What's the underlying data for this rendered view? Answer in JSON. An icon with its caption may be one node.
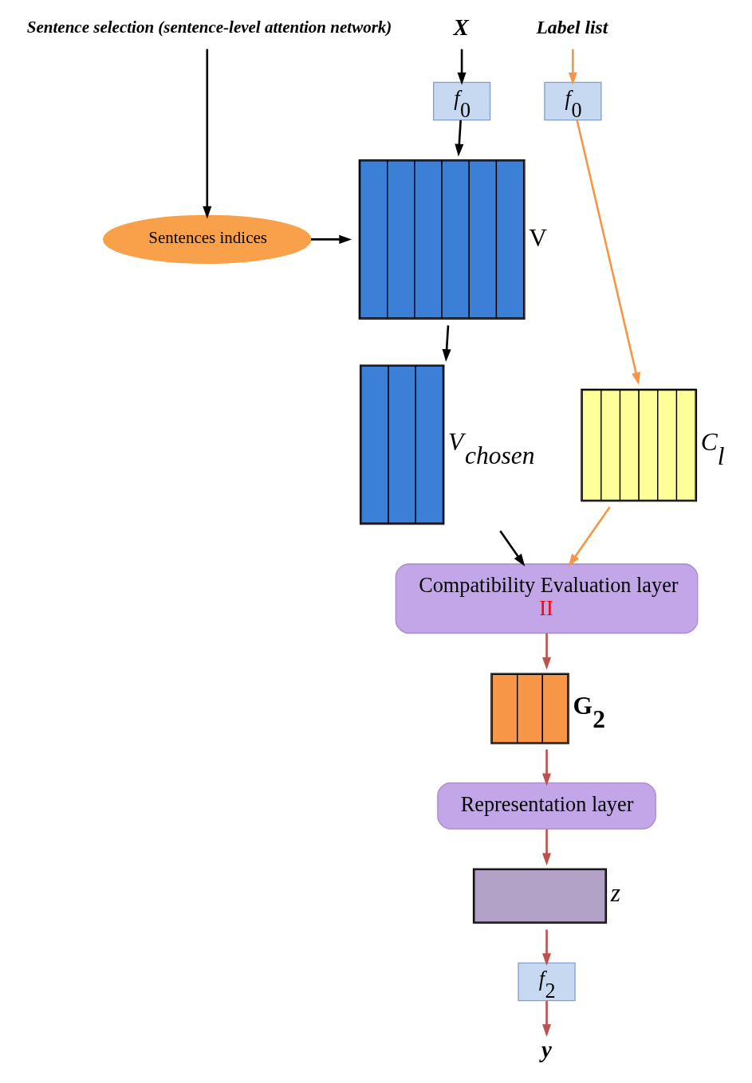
{
  "diagram": {
    "nodes": [
      {
        "text": [
          "Sentence selection (sentence-level attention network)"
        ]
      },
      {
        "text": [
          "X"
        ]
      },
      {
        "text": [
          "Label list"
        ]
      },
      {
        "text": [
          "*f*$_{0}$"
        ]
      },
      {
        "text": [
          "*f*$_{0}$"
        ]
      },
      {
        "text": [
          "Sentences indices"
        ]
      },
      {
        "text": [],
        "shape": "box",
        "beside": [
          "V"
        ]
      },
      {
        "text": [],
        "shape": "box",
        "beside": [
          "V$_{chosen}$"
        ]
      },
      {
        "text": [],
        "shape": "box",
        "beside": [
          "C$_{l}$"
        ]
      },
      {
        "text": [
          "Compatibility Evaluation layer",
          "II"
        ]
      },
      {
        "text": [],
        "shape": "box",
        "beside": [
          "G$_{2}$"
        ]
      },
      {
        "text": [
          "Representation layer"
        ]
      },
      {
        "text": [],
        "shape": "box",
        "beside": [
          "*z*"
        ]
      },
      {
        "text": [
          "*f*$_{2}$"
        ]
      },
      {
        "text": [
          "y"
        ]
      }
    ],
    "edges": [
      {
        "from": 0,
        "to": 5,
        "arrow": "to"
      },
      {
        "from": 1,
        "to": 3,
        "arrow": "to"
      },
      {
        "from": 3,
        "to": 6,
        "arrow": "to"
      },
      {
        "from": 5,
        "to": 6,
        "arrow": "to"
      },
      {
        "from": 6,
        "to": 7,
        "arrow": "to"
      },
      {
        "from": 2,
        "to": 4,
        "arrow": "to",
        "color": "#f79646"
      },
      {
        "from": 4,
        "to": 8,
        "arrow": "to",
        "color": "#f79646"
      },
      {
        "from": 7,
        "to": 9,
        "arrow": "to"
      },
      {
        "from": 8,
        "to": 9,
        "arrow": "to",
        "color": "#f79646"
      },
      {
        "from": 9,
        "to": 10,
        "arrow": "to",
        "color": "#c0504d"
      },
      {
        "from": 10,
        "to": 11,
        "arrow": "to",
        "color": "#c0504d"
      },
      {
        "from": 11,
        "to": 12,
        "arrow": "to",
        "color": "#c0504d"
      },
      {
        "from": 12,
        "to": 13,
        "arrow": "to",
        "color": "#c0504d"
      },
      {
        "from": 13,
        "to": 14,
        "arrow": "to",
        "color": "#c0504d"
      }
    ]
  }
}
